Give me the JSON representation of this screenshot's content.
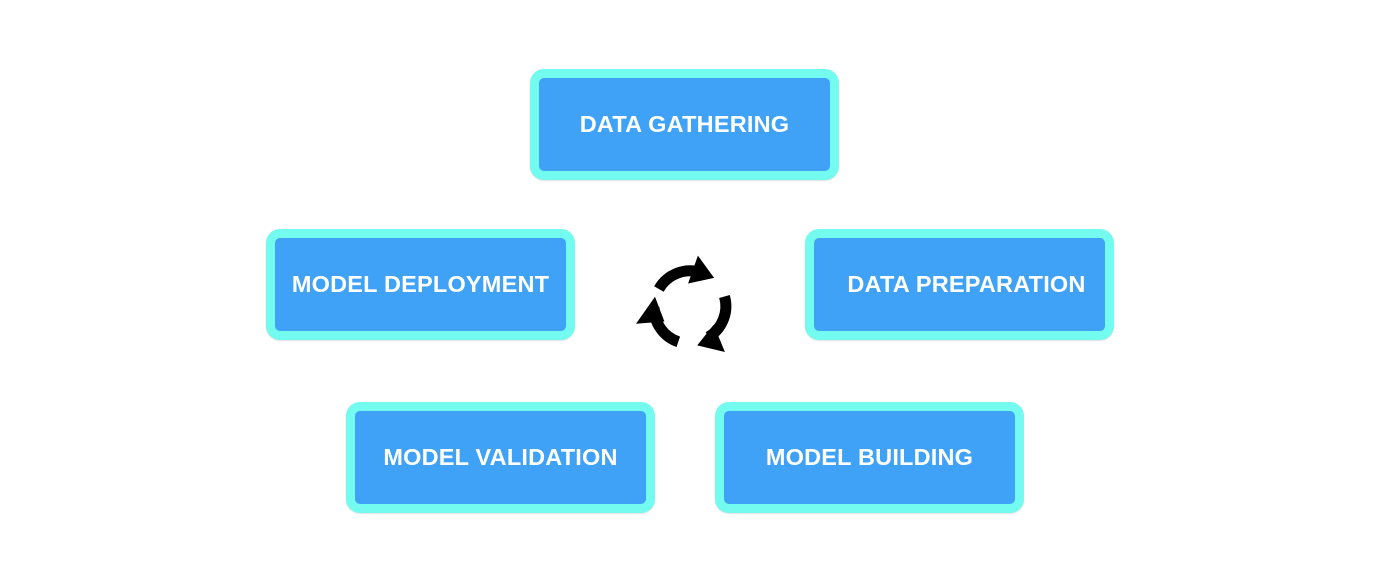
{
  "diagram": {
    "stages": {
      "data_gathering": "DATA GATHERING",
      "data_preparation": "DATA PREPARATION",
      "model_building": "MODEL BUILDING",
      "model_validation": "MODEL VALIDATION",
      "model_deployment": "MODEL DEPLOYMENT"
    },
    "center_icon": "cycle-arrows-icon",
    "colors": {
      "box_fill": "#3fa2f7",
      "box_border": "#72fbee",
      "box_text": "#ffffff",
      "icon": "#000000",
      "background": "#ffffff"
    }
  }
}
